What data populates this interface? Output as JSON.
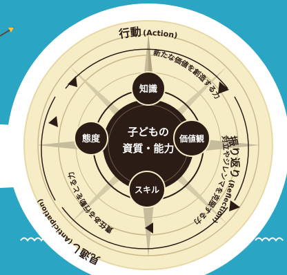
{
  "center": {
    "line1": "子どもの",
    "line2": "資質・能力"
  },
  "core_nodes": [
    {
      "id": "knowledge",
      "label": "知識"
    },
    {
      "id": "values",
      "label": "価値観"
    },
    {
      "id": "skills",
      "label": "スキル"
    },
    {
      "id": "attitude",
      "label": "態度"
    }
  ],
  "competencies": {
    "create_value": "新たな価値を創造する力",
    "reconcile": "対立やジレンマを克服する力",
    "responsibility": "責任ある行動をとる力"
  },
  "cycle": {
    "action": {
      "main": "行動",
      "sub": "(Action)"
    },
    "reflection": {
      "main": "振り返り",
      "sub": "(Reflection)"
    },
    "anticipation": {
      "main": "見通し",
      "sub": "(Anticipation)"
    }
  },
  "colors": {
    "sea": "#2aa6c4",
    "outer_ring": "#ffffff",
    "ring_fill": "#f6edc7",
    "ring_line": "#c9b98a",
    "star": "#c6bb9a",
    "node": "#2b1c16",
    "ink": "#2b1c16"
  }
}
